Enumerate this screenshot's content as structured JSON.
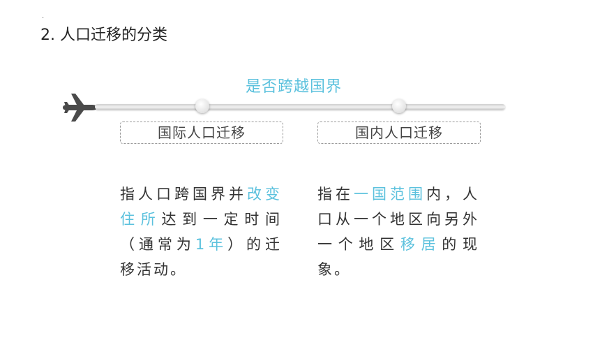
{
  "heading": {
    "dot": ".",
    "text": "2. 人口迁移的分类"
  },
  "criterion": "是否跨越国界",
  "colors": {
    "accent": "#5bc1dd",
    "text": "#333333"
  },
  "icons": {
    "plane": "airplane-icon"
  },
  "categories": [
    {
      "label": "国际人口迁移",
      "description": {
        "p1": "指人口跨国界并",
        "h1": "改变住所",
        "p2": "达到一定时间（通常为",
        "h2": "1年",
        "p3": "）的迁移活动。"
      }
    },
    {
      "label": "国内人口迁移",
      "description": {
        "p1": "指在",
        "h1": "一国范围",
        "p2": "内，人口从一个地区向另外一个地区",
        "h2": "移居",
        "p3": "的现象。"
      }
    }
  ]
}
